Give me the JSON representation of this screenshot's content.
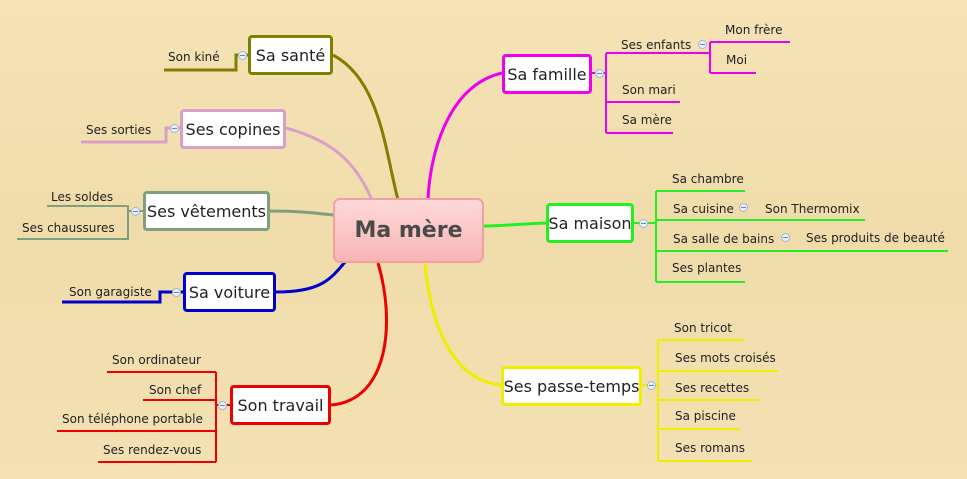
{
  "center": "Ma mère",
  "branches": {
    "sante": {
      "label": "Sa santé",
      "color": "#7f7f00",
      "leaves": [
        "Son kiné"
      ]
    },
    "copines": {
      "label": "Ses copines",
      "color": "#d8a0c8",
      "leaves": [
        "Ses sorties"
      ]
    },
    "vetements": {
      "label": "Ses vêtements",
      "color": "#7fa07f",
      "leaves": [
        "Les soldes",
        "Ses chaussures"
      ]
    },
    "voiture": {
      "label": "Sa voiture",
      "color": "#0000cc",
      "leaves": [
        "Son garagiste"
      ]
    },
    "travail": {
      "label": "Son travail",
      "color": "#ee0000",
      "leaves": [
        "Son ordinateur",
        "Son chef",
        "Son téléphone portable",
        "Ses rendez-vous"
      ]
    },
    "famille": {
      "label": "Sa famille",
      "color": "#ee00ee",
      "leaves": [
        "Ses enfants",
        "Son mari",
        "Sa mère"
      ],
      "sub": [
        "Mon frère",
        "Moi"
      ]
    },
    "maison": {
      "label": "Sa maison",
      "color": "#22ee22",
      "leaves": [
        "Sa chambre",
        "Sa cuisine",
        "Sa salle de bains",
        "Ses plantes"
      ],
      "sub_cuisine": "Son Thermomix",
      "sub_bains": "Ses produits de beauté"
    },
    "passe": {
      "label": "Ses passe-temps",
      "color": "#eeee00",
      "leaves": [
        "Son tricot",
        "Ses mots croisés",
        "Ses recettes",
        "Sa piscine",
        "Ses romans"
      ]
    }
  }
}
